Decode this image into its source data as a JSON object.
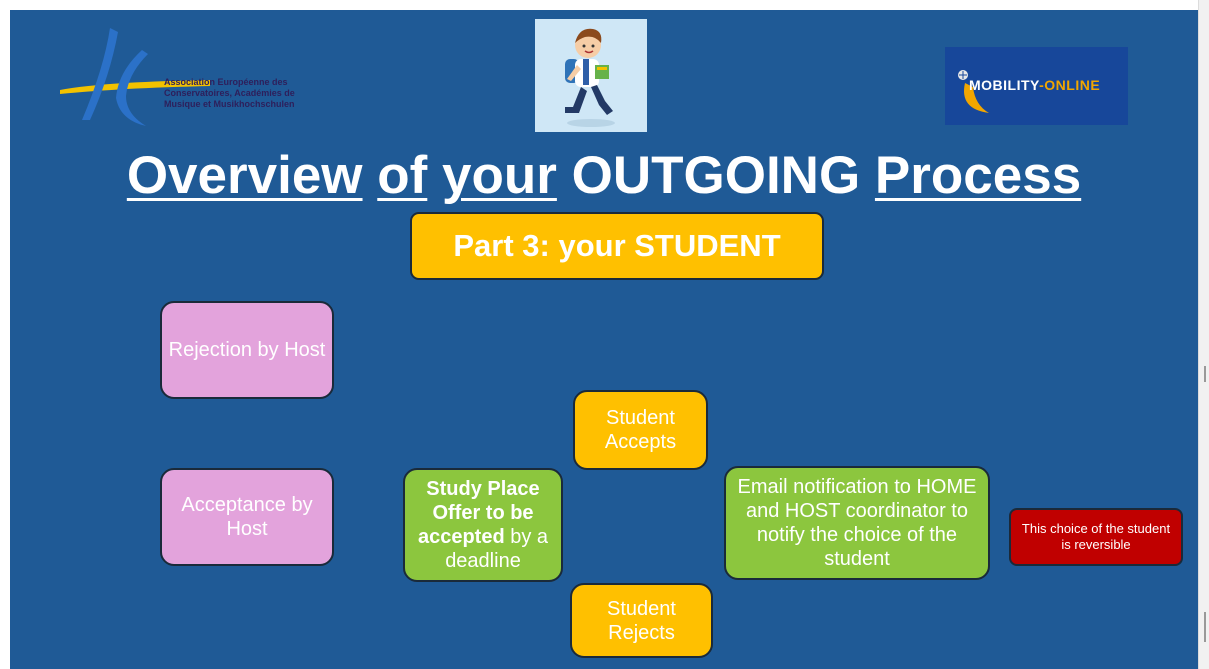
{
  "logos": {
    "aec_text": "Association Européenne des\nConservatoires, Académies de\nMusique et Musikhochschulen",
    "mobility_prefix": "MOBILITY",
    "mobility_suffix": "-ONLINE"
  },
  "title": {
    "word1": "Overview",
    "word2": "of",
    "word3": "your",
    "word4": "OUTGOING",
    "word5": "Process"
  },
  "part_badge": "Part 3:  your STUDENT",
  "boxes": {
    "rejection_host": "Rejection by Host",
    "acceptance_host": "Acceptance by Host",
    "offer_bold": "Study Place Offer to be accepted",
    "offer_rest": " by a deadline",
    "student_accepts": "Student Accepts",
    "student_rejects": "Student Rejects",
    "email_notification": "Email notification to HOME and HOST coordinator to notify the choice of the student",
    "reversible_note": "This choice of the student is reversible"
  },
  "colors": {
    "background": "#1f5a96",
    "pink": "#e3a3dc",
    "orange": "#ffc000",
    "green": "#8cc63e",
    "red": "#c00000"
  }
}
